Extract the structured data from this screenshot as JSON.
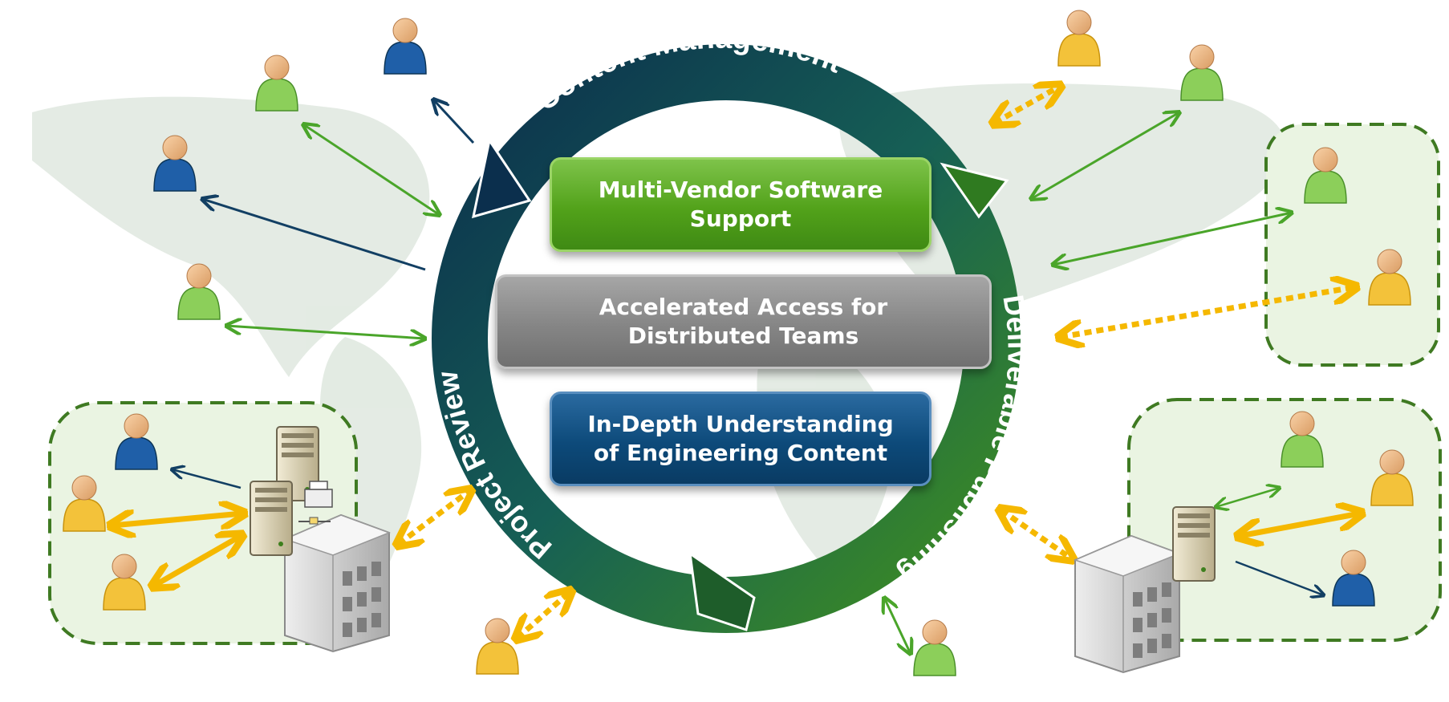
{
  "cycle": {
    "top_label": "Content Management",
    "right_label": "Deliverable Publishing",
    "left_label": "Project Review"
  },
  "boxes": [
    {
      "line1": "Multi-Vendor Software",
      "line2": "Support"
    },
    {
      "line1": "Accelerated Access for",
      "line2": "Distributed Teams"
    },
    {
      "line1": "In-Depth Understanding",
      "line2": "of Engineering Content"
    }
  ],
  "colors": {
    "green": "#52a21a",
    "dark_green": "#2f6b1e",
    "navy": "#0d3556",
    "gray": "#858585",
    "gold": "#f5b800",
    "person_green": "#8ccf5a",
    "person_blue": "#1f5fa8",
    "person_gold": "#f3c23a",
    "region_fill": "#eaf4e2",
    "map_fill": "#dfe8df"
  },
  "icons": {
    "person": "person-icon",
    "server": "server-icon",
    "building": "building-icon",
    "world_map": "world-map-icon"
  }
}
